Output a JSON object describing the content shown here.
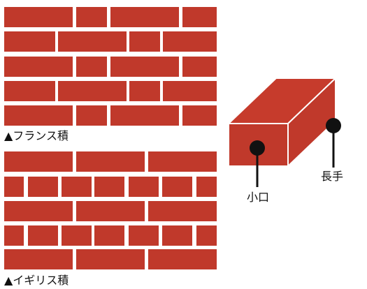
{
  "colors": {
    "brick": "#c0392b",
    "mortar": "#ffffff",
    "brick_side_dark": "#a93226",
    "brick_top_light": "#c63b2c"
  },
  "french_bond": {
    "caption": "▲フランス積"
  },
  "english_bond": {
    "caption": "▲イギリス積"
  },
  "brick_diagram": {
    "header_face_label": "小口",
    "stretcher_face_label": "長手"
  }
}
